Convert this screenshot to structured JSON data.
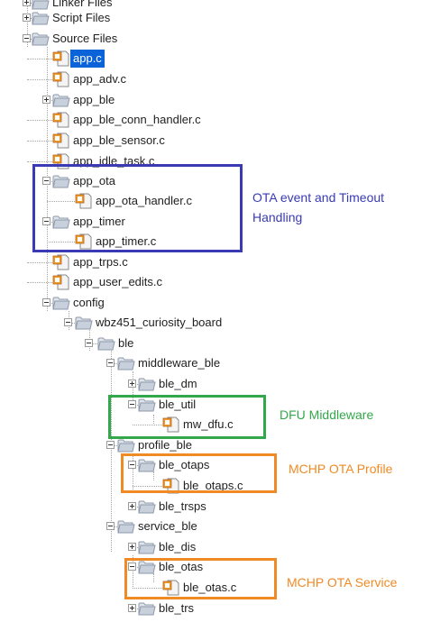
{
  "tree": [
    {
      "label": "Linker Files",
      "kind": "folder",
      "expander": "plus"
    },
    {
      "label": "Script Files",
      "kind": "folder",
      "expander": "plus"
    },
    {
      "label": "Source Files",
      "kind": "folder",
      "expander": "minus"
    },
    {
      "label": "app.c",
      "kind": "file",
      "selected": true
    },
    {
      "label": "app_adv.c",
      "kind": "file"
    },
    {
      "label": "app_ble",
      "kind": "folder",
      "expander": "plus"
    },
    {
      "label": "app_ble_conn_handler.c",
      "kind": "file"
    },
    {
      "label": "app_ble_sensor.c",
      "kind": "file"
    },
    {
      "label": "app_idle_task.c",
      "kind": "file"
    },
    {
      "label": "app_ota",
      "kind": "folder",
      "expander": "minus"
    },
    {
      "label": "app_ota_handler.c",
      "kind": "file"
    },
    {
      "label": "app_timer",
      "kind": "folder",
      "expander": "minus"
    },
    {
      "label": "app_timer.c",
      "kind": "file"
    },
    {
      "label": "app_trps.c",
      "kind": "file"
    },
    {
      "label": "app_user_edits.c",
      "kind": "file"
    },
    {
      "label": "config",
      "kind": "folder",
      "expander": "minus"
    },
    {
      "label": "wbz451_curiosity_board",
      "kind": "folder",
      "expander": "minus"
    },
    {
      "label": "ble",
      "kind": "folder",
      "expander": "minus"
    },
    {
      "label": "middleware_ble",
      "kind": "folder",
      "expander": "minus"
    },
    {
      "label": "ble_dm",
      "kind": "folder",
      "expander": "plus"
    },
    {
      "label": "ble_util",
      "kind": "folder",
      "expander": "minus"
    },
    {
      "label": "mw_dfu.c",
      "kind": "file"
    },
    {
      "label": "profile_ble",
      "kind": "folder",
      "expander": "minus"
    },
    {
      "label": "ble_otaps",
      "kind": "folder",
      "expander": "minus"
    },
    {
      "label": "ble_otaps.c",
      "kind": "file"
    },
    {
      "label": "ble_trsps",
      "kind": "folder",
      "expander": "plus"
    },
    {
      "label": "service_ble",
      "kind": "folder",
      "expander": "minus"
    },
    {
      "label": "ble_dis",
      "kind": "folder",
      "expander": "plus"
    },
    {
      "label": "ble_otas",
      "kind": "folder",
      "expander": "minus"
    },
    {
      "label": "ble_otas.c",
      "kind": "file"
    },
    {
      "label": "ble_trs",
      "kind": "folder",
      "expander": "plus"
    }
  ],
  "annotations": [
    {
      "lines": [
        "OTA event and Timeout",
        "Handling"
      ],
      "color": "#3a3ab4"
    },
    {
      "lines": [
        "DFU Middleware"
      ],
      "color": "#33a84a"
    },
    {
      "lines": [
        "MCHP OTA Profile"
      ],
      "color": "#f08a24"
    },
    {
      "lines": [
        "MCHP OTA Service"
      ],
      "color": "#f08a24"
    }
  ],
  "colors": {
    "selection": "#0a63d9",
    "box_blue": "#3a3ab4",
    "box_green": "#33a84a",
    "box_orange": "#f08a24",
    "folder_icon": "#8d9aab",
    "file_badge": "#f09a2a"
  }
}
